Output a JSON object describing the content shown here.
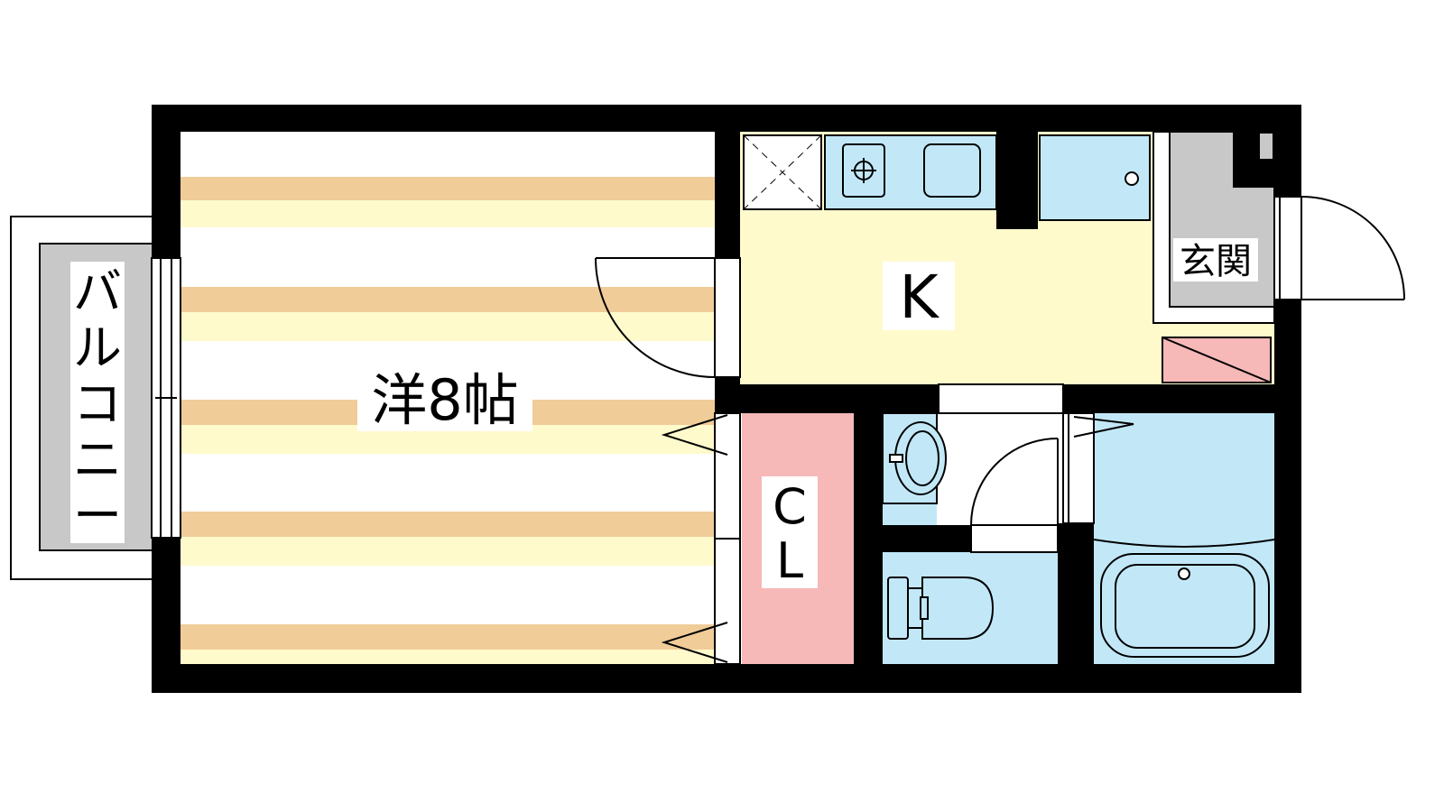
{
  "rooms": {
    "western": {
      "label": "洋8帖"
    },
    "kitchen": {
      "label": "K"
    },
    "closet": {
      "label_line1": "C",
      "label_line2": "L"
    },
    "entrance": {
      "label": "玄関"
    },
    "balcony": {
      "label_chars": [
        "バ",
        "ル",
        "コ",
        "ニ",
        "ー"
      ]
    }
  },
  "colors": {
    "wall": "#000000",
    "floor_stripe": "#f0cc98",
    "floor_light": "#fffacc",
    "kitchen_floor": "#fffacc",
    "water_area": "#c2e8f8",
    "closet": "#f7b8b8",
    "entrance_floor": "#c8c8c8",
    "shoe_box": "#f7b8b8"
  }
}
